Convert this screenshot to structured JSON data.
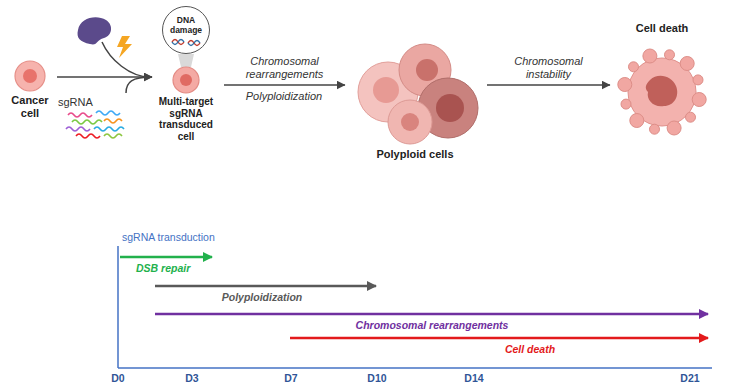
{
  "diagram": {
    "nodes": [
      {
        "text": [
          "Cancer cell"
        ]
      },
      {
        "text": [
          "sgRNA"
        ]
      },
      {
        "text": [
          "DNA damage"
        ]
      },
      {
        "text": [
          "Multi-target sgRNA transduced cell"
        ]
      },
      {
        "text": [
          "Polyploid cells"
        ]
      },
      {
        "text": [
          "Cell death"
        ]
      }
    ],
    "edges": [
      {
        "from": 0,
        "to": 3,
        "arrow": "to"
      },
      {
        "from": 1,
        "to": 3,
        "arrow": "to"
      },
      {
        "from": 3,
        "to": 4,
        "label": "Chromosomal rearrangements",
        "arrow": "to"
      },
      {
        "from": 4,
        "to": 5,
        "label": "Chromosomal instability",
        "arrow": "to"
      }
    ],
    "labels": [
      "Polyploidization",
      "sgRNA transduction",
      "DSB repair",
      "Polyploidization",
      "Chromosomal rearrangements",
      "Cell death",
      "D0",
      "D3",
      "D7",
      "D10",
      "D14",
      "D21"
    ]
  }
}
